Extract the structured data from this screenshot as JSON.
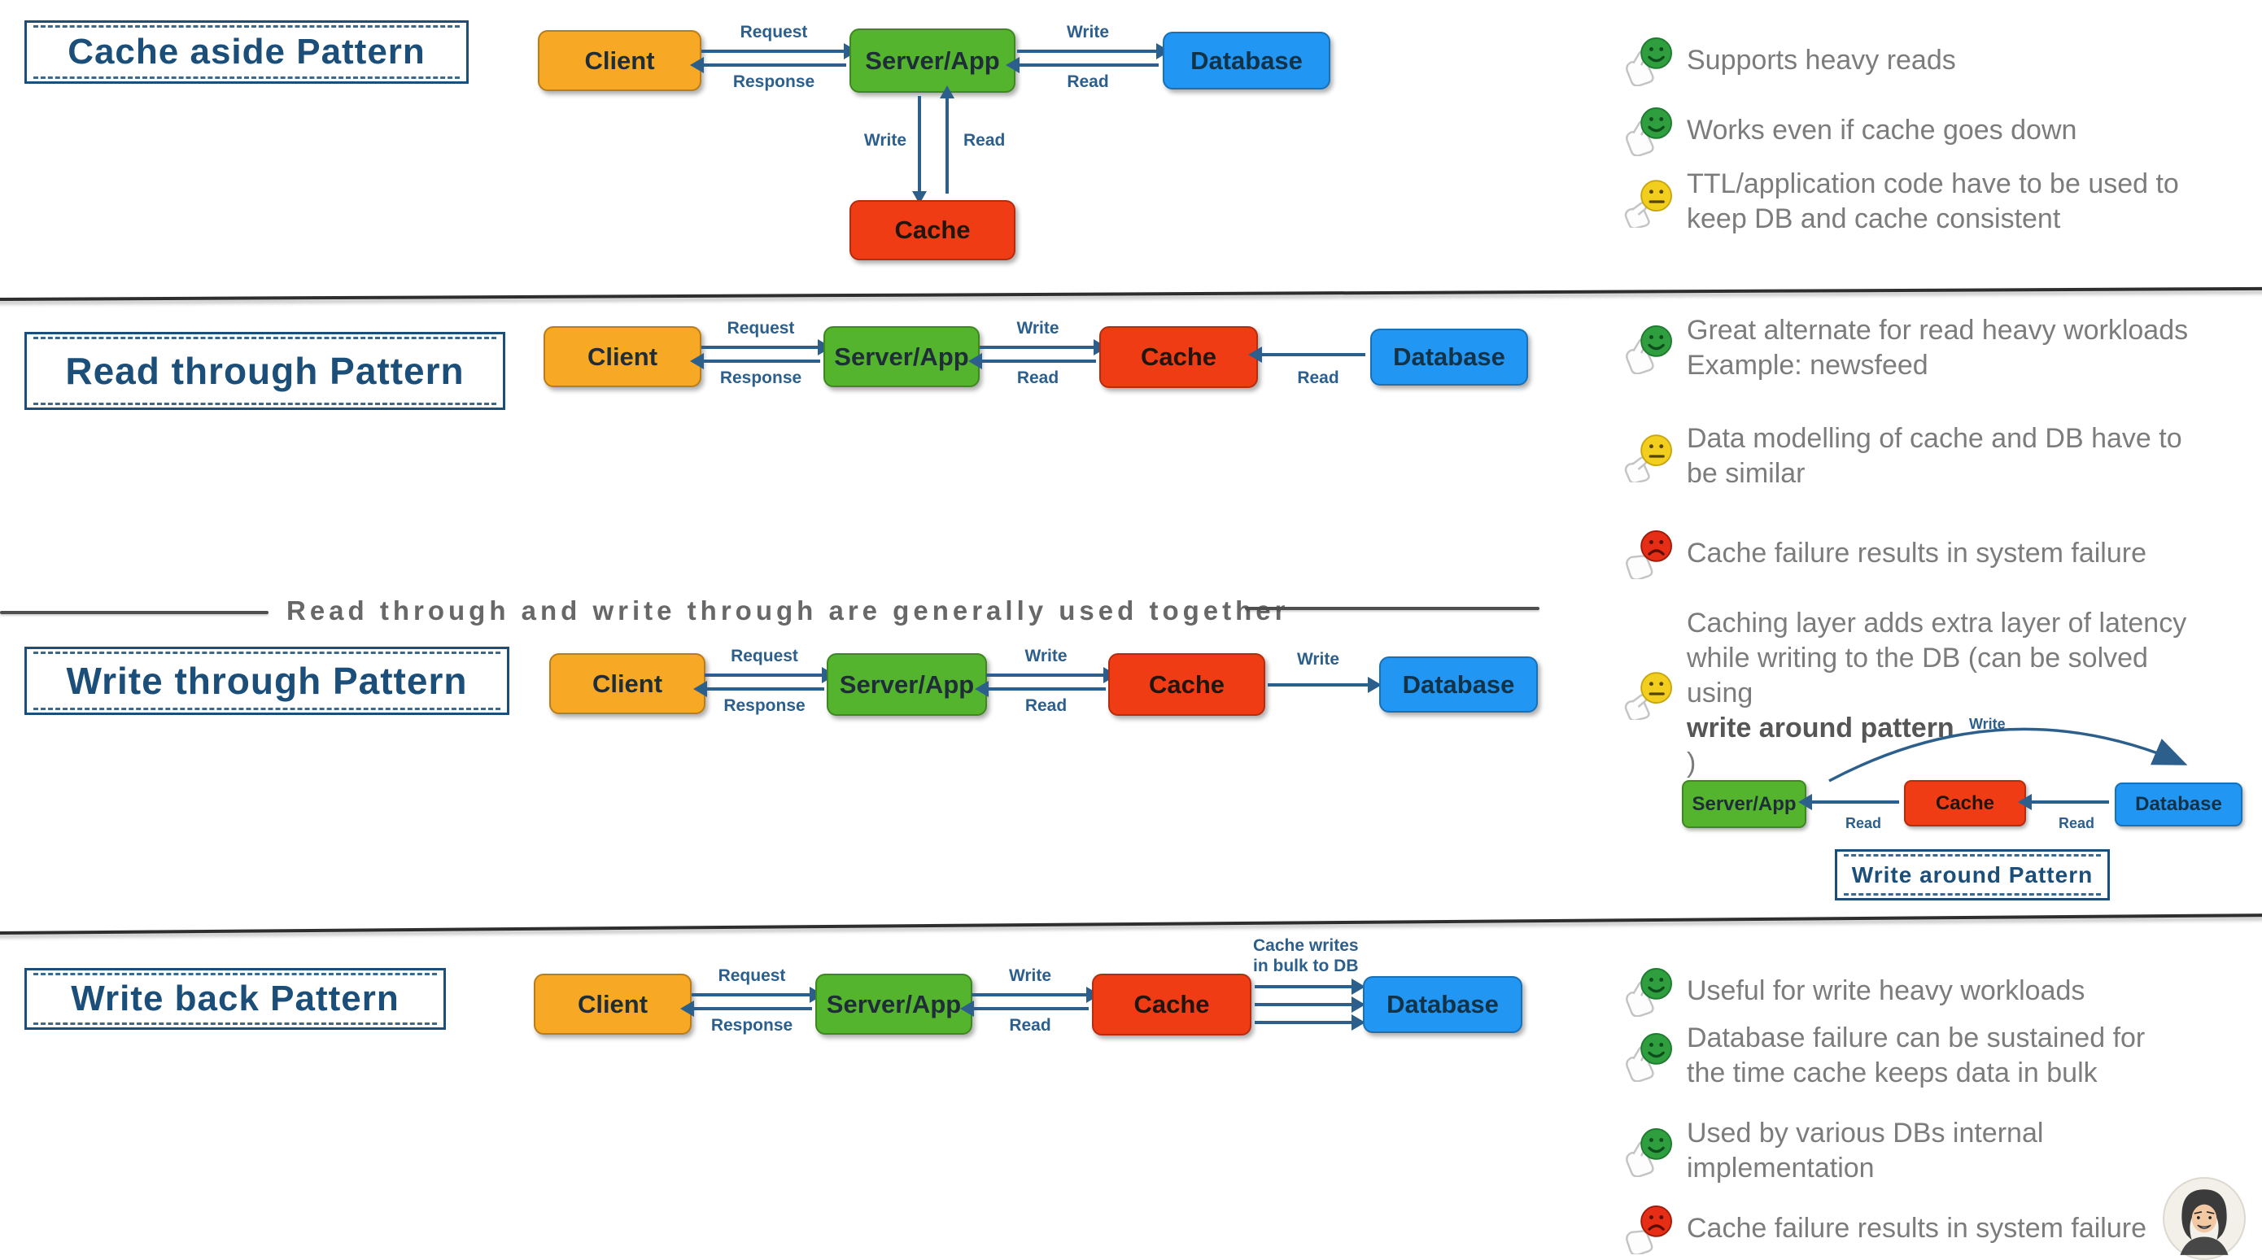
{
  "colors": {
    "client": "#f7a824",
    "server": "#55b42d",
    "cache": "#f03c14",
    "database": "#2196f3",
    "arrow": "#2d5f8d",
    "title": "#1b4e79",
    "good": "#2f9e3f",
    "meh": "#f2cf1f",
    "bad": "#e62e17",
    "notetext": "#7c7c7c",
    "dividertext": "#686868"
  },
  "s1": {
    "title": "Cache aside Pattern",
    "nodes": {
      "client": "Client",
      "server": "Server/App",
      "database": "Database",
      "cache": "Cache"
    },
    "arrows": {
      "request": "Request",
      "response": "Response",
      "write_db": "Write",
      "read_db": "Read",
      "write_cache": "Write",
      "read_cache": "Read"
    },
    "notes": [
      {
        "icon": "positive",
        "lines": [
          "Supports heavy reads"
        ]
      },
      {
        "icon": "positive",
        "lines": [
          "Works even if cache goes down"
        ]
      },
      {
        "icon": "neutral",
        "lines": [
          "TTL/application code have to be used to",
          "keep DB and cache consistent"
        ]
      }
    ]
  },
  "s2": {
    "title": "Read through Pattern",
    "nodes": {
      "client": "Client",
      "server": "Server/App",
      "cache": "Cache",
      "database": "Database"
    },
    "arrows": {
      "request": "Request",
      "response": "Response",
      "write": "Write",
      "read": "Read",
      "read_db": "Read"
    },
    "notes": [
      {
        "icon": "positive",
        "lines": [
          "Great alternate for read heavy workloads",
          "Example: newsfeed"
        ]
      },
      {
        "icon": "neutral",
        "lines": [
          "Data modelling of cache and DB have to",
          "be similar"
        ]
      },
      {
        "icon": "negative",
        "lines": [
          "Cache failure results in system failure"
        ]
      }
    ]
  },
  "divider": {
    "text": "Read through and write through are generally used together"
  },
  "s3": {
    "title": "Write through Pattern",
    "nodes": {
      "client": "Client",
      "server": "Server/App",
      "cache": "Cache",
      "database": "Database"
    },
    "arrows": {
      "request": "Request",
      "response": "Response",
      "write": "Write",
      "read": "Read",
      "write_db": "Write"
    },
    "note": {
      "icon": "neutral",
      "lines": [
        "Caching layer adds extra layer of latency",
        "while writing to the DB (can be solved"
      ],
      "line3_prefix": "using ",
      "line3_bold": "write around pattern",
      "line3_suffix": ")"
    },
    "write_around": {
      "title": "Write around Pattern",
      "nodes": {
        "server": "Server/App",
        "cache": "Cache",
        "database": "Database"
      },
      "arrows": {
        "write": "Write",
        "read_cache": "Read",
        "read_db": "Read"
      }
    }
  },
  "s4": {
    "title": "Write back Pattern",
    "nodes": {
      "client": "Client",
      "server": "Server/App",
      "cache": "Cache",
      "database": "Database"
    },
    "arrows": {
      "request": "Request",
      "response": "Response",
      "write": "Write",
      "read": "Read",
      "bulk_line1": "Cache writes",
      "bulk_line2": "in bulk to DB"
    },
    "notes": [
      {
        "icon": "positive",
        "lines": [
          "Useful for write heavy workloads"
        ]
      },
      {
        "icon": "positive",
        "lines": [
          "Database failure can be sustained for",
          "the time cache keeps data in bulk"
        ]
      },
      {
        "icon": "positive",
        "lines": [
          "Used by various DBs internal",
          "implementation"
        ]
      },
      {
        "icon": "negative",
        "lines": [
          "Cache failure results in system failure"
        ]
      }
    ]
  }
}
